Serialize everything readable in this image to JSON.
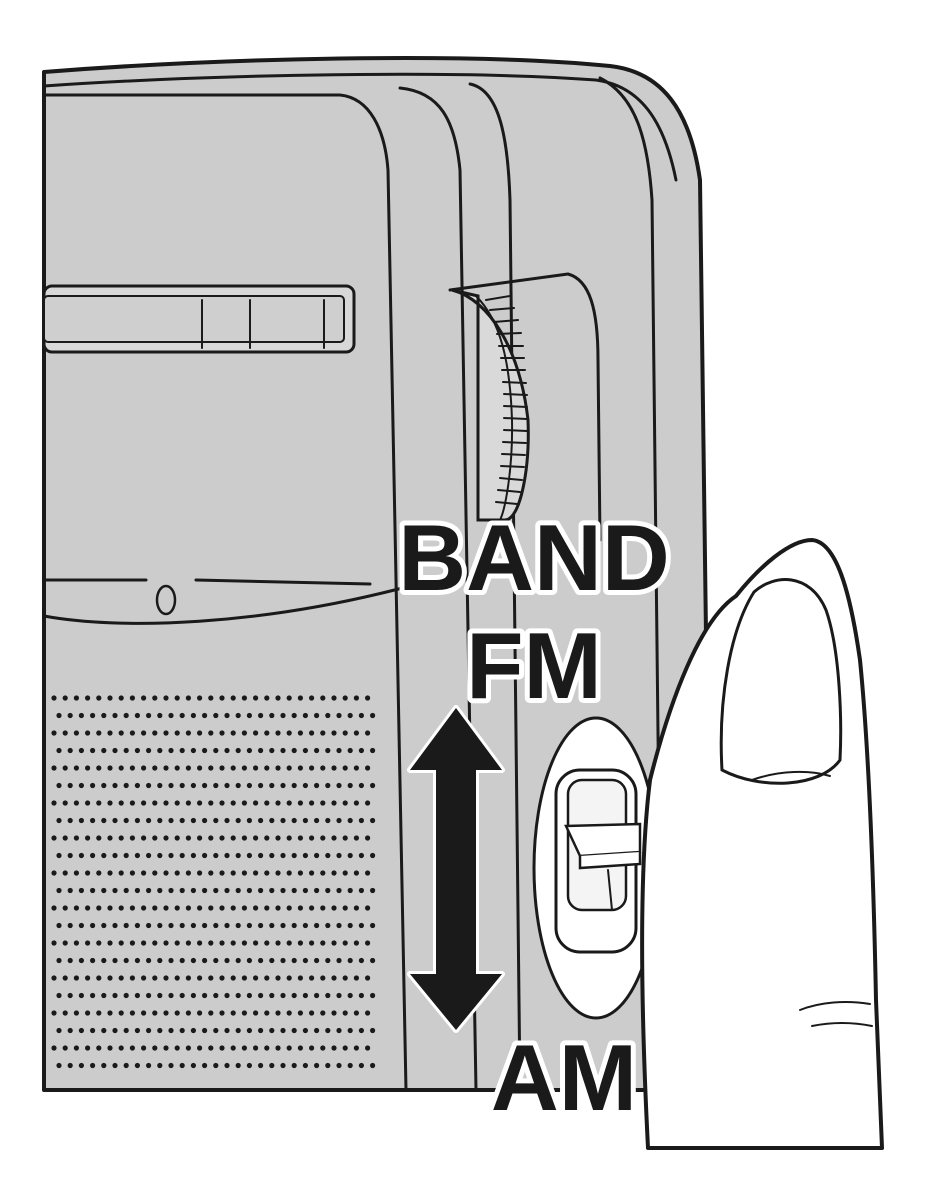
{
  "labels": {
    "band": "BAND",
    "fm": "FM",
    "am": "AM"
  },
  "colors": {
    "body": "#cccccc",
    "outline": "#1a1a1a",
    "highlight": "#ffffff",
    "arrow": "#1a1a1a"
  },
  "icons": {
    "arrow": "double-headed-vertical-arrow-icon"
  }
}
